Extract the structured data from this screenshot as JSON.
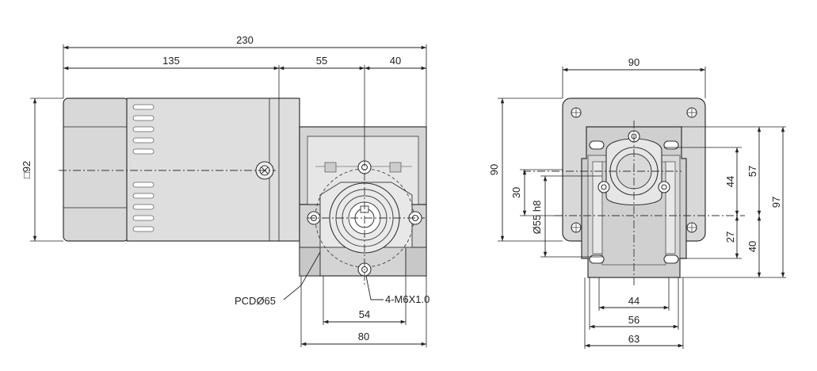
{
  "colors": {
    "motor_fill": "#dcdcdc",
    "gearbox_fill": "#d6d6d6",
    "face_fill": "#e4e4e4",
    "line": "#222222"
  },
  "side_view": {
    "overall_length": "230",
    "motor_length": "135",
    "gear_mid": "55",
    "gear_right": "40",
    "motor_square": "□92",
    "pcd_label": "PCDØ65",
    "thread_label": "4-M6X1.0",
    "base_inner": "54",
    "base_outer": "80"
  },
  "end_view": {
    "top_width": "90",
    "height_90": "90",
    "offset_30": "30",
    "shaft_dia": "Ø55 h8",
    "dim_44_vertical": "44",
    "dim_57": "57",
    "dim_27": "27",
    "dim_40": "40",
    "dim_97": "97",
    "base_44": "44",
    "base_56": "56",
    "base_63": "63"
  }
}
